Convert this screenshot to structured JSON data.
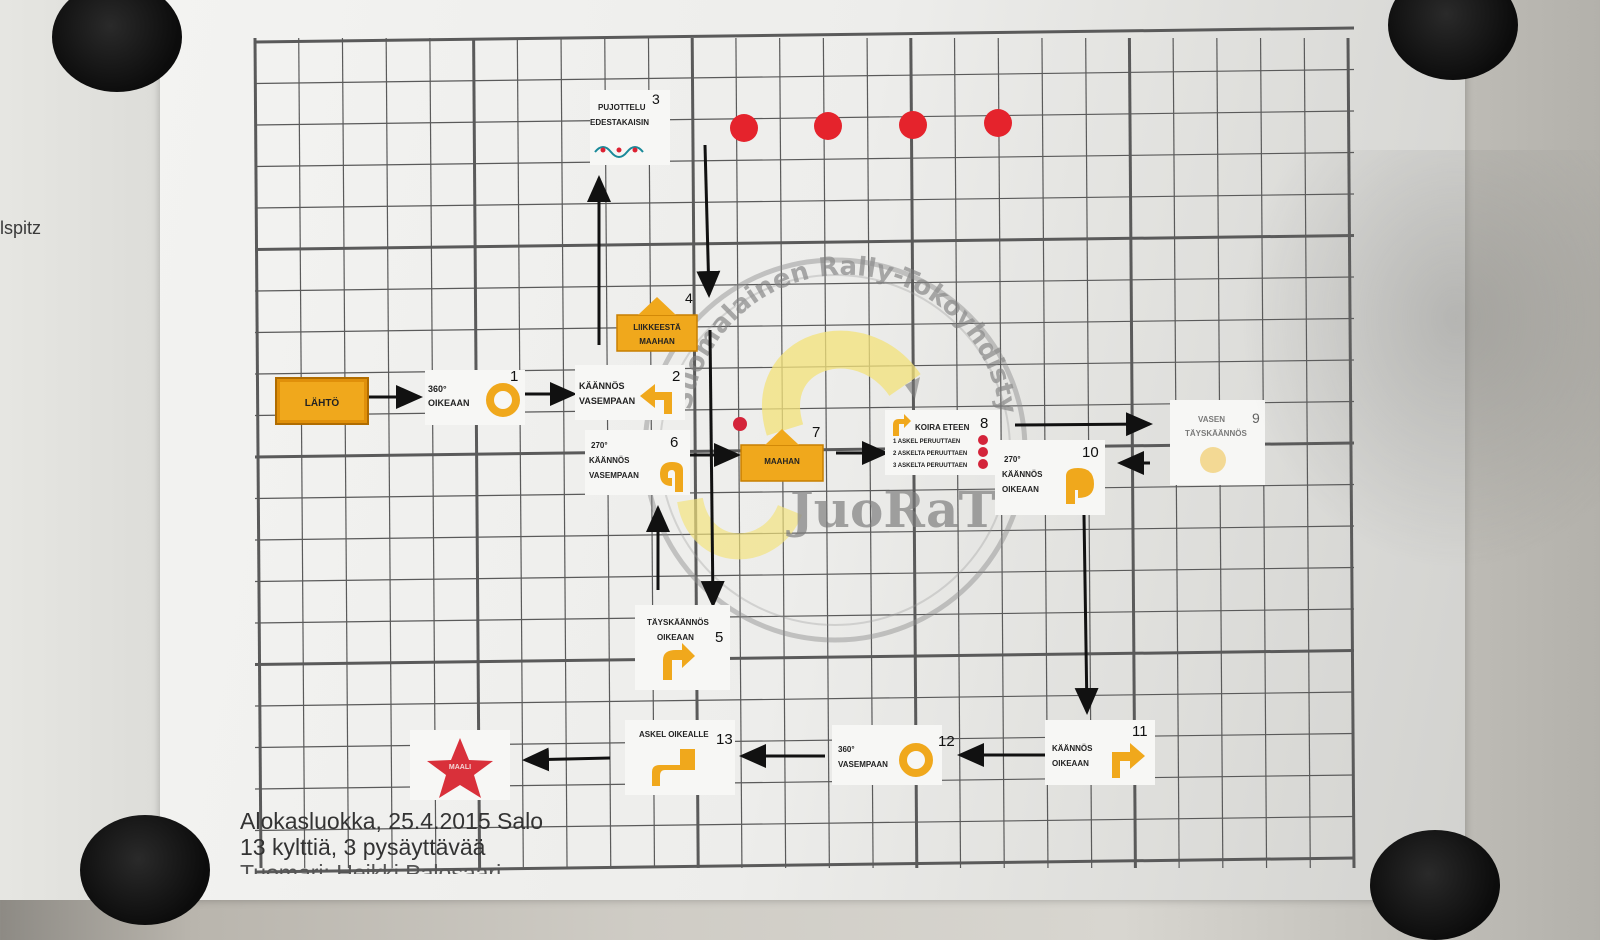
{
  "side_doc": {
    "text": "lspitz"
  },
  "logo": {
    "top_text": "Suomalainen Rally-Tokoyhdistys",
    "brand": "JuoRaT"
  },
  "signs": {
    "lahto": "LÄHTÖ",
    "s1": {
      "n": "1",
      "l1": "360°",
      "l2": "OIKEAAN"
    },
    "s2": {
      "n": "2",
      "l1": "KÄÄNNÖS",
      "l2": "VASEMPAAN"
    },
    "s3": {
      "n": "3",
      "l1": "PUJOTTELU",
      "l2": "EDESTAKAISIN"
    },
    "s4": {
      "n": "4",
      "l1": "LIIKKEESTÄ",
      "l2": "MAAHAN"
    },
    "s5": {
      "n": "5",
      "l1": "TÄYSKÄÄNNÖS",
      "l2": "OIKEAAN"
    },
    "s6": {
      "n": "6",
      "l1": "270°",
      "l2": "KÄÄNNÖS",
      "l3": "VASEMPAAN"
    },
    "s7": {
      "n": "7",
      "l1": "MAAHAN"
    },
    "s8": {
      "n": "8",
      "l1": "KOIRA ETEEN",
      "l2": "1 ASKEL PERUUTTAEN",
      "l3": "2 ASKELTA PERUUTTAEN",
      "l4": "3 ASKELTA PERUUTTAEN"
    },
    "s9": {
      "n": "9",
      "l1": "VASEN",
      "l2": "TÄYSKÄÄNNÖS"
    },
    "s10": {
      "n": "10",
      "l1": "270°",
      "l2": "KÄÄNNÖS",
      "l3": "OIKEAAN"
    },
    "s11": {
      "n": "11",
      "l1": "KÄÄNNÖS",
      "l2": "OIKEAAN"
    },
    "s12": {
      "n": "12",
      "l1": "360°",
      "l2": "VASEMPAAN"
    },
    "s13": {
      "n": "13",
      "l1": "ASKEL OIKEALLE"
    },
    "maali": "MAALI"
  },
  "footer": {
    "line1": "Alokasluokka, 25.4.2015 Salo",
    "line2": "13 kylttiä, 3 pysäyttävää",
    "line3": "Tuomari: Heikki Palosaari"
  },
  "colors": {
    "sign_orange": "#f0a81c",
    "sign_dark_orange": "#e0900a",
    "cone_red": "#e5232c",
    "star_red": "#d9303a",
    "grid_line": "#555555",
    "logo_yellow": "#f3e27a"
  }
}
